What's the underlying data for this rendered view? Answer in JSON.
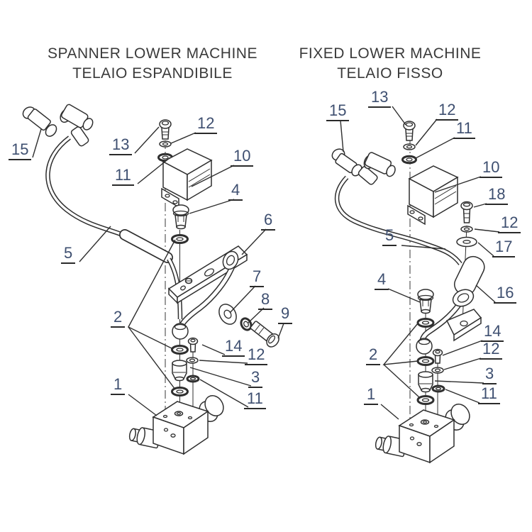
{
  "page": {
    "background": "#ffffff"
  },
  "colors": {
    "line_art": "#2f2f2f",
    "callout_text": "#3e4f70",
    "callout_underline": "#2a2a2a",
    "title_text": "#3a3a3a"
  },
  "diagram": {
    "left_assembly": {
      "title_line1": "SPANNER LOWER MACHINE",
      "title_line2": "TELAIO ESPANDIBILE",
      "callouts": [
        "15",
        "13",
        "12",
        "11",
        "10",
        "4",
        "6",
        "5",
        "7",
        "8",
        "9",
        "2",
        "14",
        "12",
        "3",
        "11",
        "1"
      ]
    },
    "right_assembly": {
      "title_line1": "FIXED LOWER MACHINE",
      "title_line2": "TELAIO FISSO",
      "callouts": [
        "13",
        "15",
        "12",
        "11",
        "10",
        "18",
        "12",
        "5",
        "17",
        "4",
        "16",
        "2",
        "14",
        "12",
        "3",
        "11",
        "1"
      ]
    }
  }
}
